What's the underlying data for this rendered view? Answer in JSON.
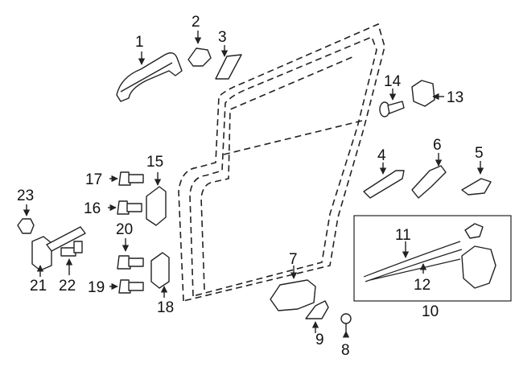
{
  "callouts": {
    "c1": "1",
    "c2": "2",
    "c3": "3",
    "c4": "4",
    "c5": "5",
    "c6": "6",
    "c7": "7",
    "c8": "8",
    "c9": "9",
    "c10": "10",
    "c11": "11",
    "c12": "12",
    "c13": "13",
    "c14": "14",
    "c15": "15",
    "c16": "16",
    "c17": "17",
    "c18": "18",
    "c19": "19",
    "c20": "20",
    "c21": "21",
    "c22": "22",
    "c23": "23"
  },
  "colors": {
    "line": "#222222",
    "background": "#ffffff"
  }
}
